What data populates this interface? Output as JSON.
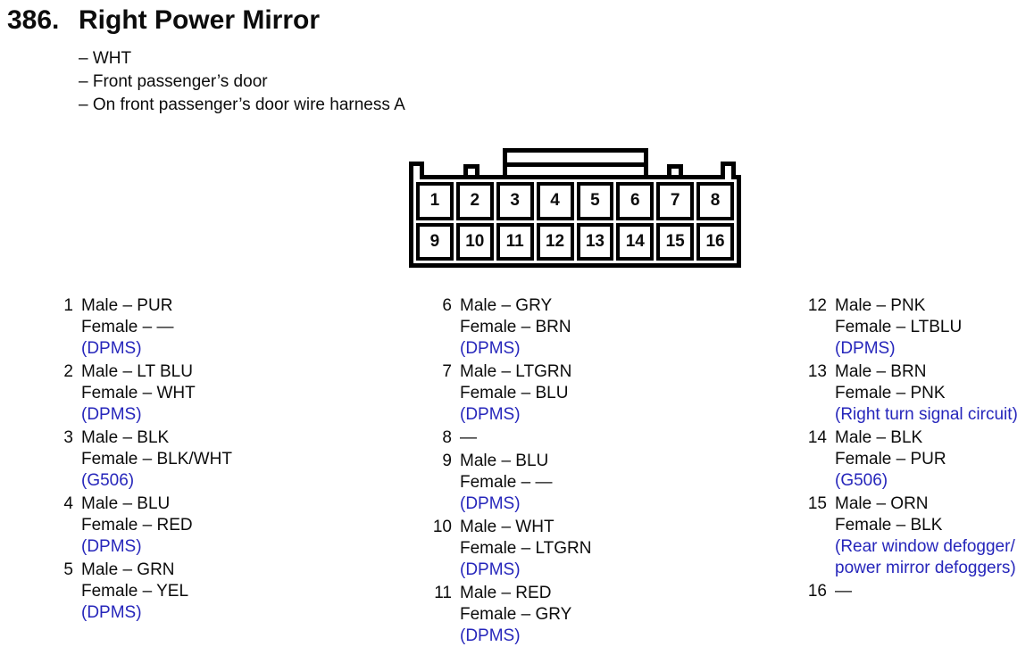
{
  "header": {
    "number": "386.",
    "title": "Right Power Mirror"
  },
  "bullets": [
    "– WHT",
    "– Front passenger’s door",
    "– On front passenger’s door wire harness A"
  ],
  "connector": {
    "top_row": [
      "1",
      "2",
      "3",
      "4",
      "5",
      "6",
      "7",
      "8"
    ],
    "bottom_row": [
      "9",
      "10",
      "11",
      "12",
      "13",
      "14",
      "15",
      "16"
    ]
  },
  "pins": {
    "columns": [
      {
        "entries": [
          {
            "num": "1",
            "lines": [
              {
                "text": "Male – PUR"
              },
              {
                "text": "Female – —"
              },
              {
                "text": "(DPMS)",
                "blue": true
              }
            ]
          },
          {
            "num": "2",
            "lines": [
              {
                "text": "Male – LT BLU"
              },
              {
                "text": "Female – WHT"
              },
              {
                "text": "(DPMS)",
                "blue": true
              }
            ]
          },
          {
            "num": "3",
            "lines": [
              {
                "text": "Male – BLK"
              },
              {
                "text": "Female – BLK/WHT"
              },
              {
                "text": "(G506)",
                "blue": true
              }
            ]
          },
          {
            "num": "4",
            "lines": [
              {
                "text": "Male – BLU"
              },
              {
                "text": "Female – RED"
              },
              {
                "text": "(DPMS)",
                "blue": true
              }
            ]
          },
          {
            "num": "5",
            "lines": [
              {
                "text": "Male – GRN"
              },
              {
                "text": "Female – YEL"
              },
              {
                "text": "(DPMS)",
                "blue": true
              }
            ]
          }
        ]
      },
      {
        "entries": [
          {
            "num": "6",
            "lines": [
              {
                "text": "Male – GRY"
              },
              {
                "text": "Female – BRN"
              },
              {
                "text": "(DPMS)",
                "blue": true
              }
            ]
          },
          {
            "num": "7",
            "lines": [
              {
                "text": "Male – LTGRN"
              },
              {
                "text": "Female – BLU"
              },
              {
                "text": "(DPMS)",
                "blue": true
              }
            ]
          },
          {
            "num": "8",
            "lines": [
              {
                "text": "—"
              }
            ]
          },
          {
            "num": "9",
            "lines": [
              {
                "text": "Male – BLU"
              },
              {
                "text": "Female – —"
              },
              {
                "text": "(DPMS)",
                "blue": true
              }
            ]
          },
          {
            "num": "10",
            "lines": [
              {
                "text": "Male – WHT"
              },
              {
                "text": "Female – LTGRN"
              },
              {
                "text": "(DPMS)",
                "blue": true
              }
            ]
          },
          {
            "num": "11",
            "lines": [
              {
                "text": "Male – RED"
              },
              {
                "text": "Female – GRY"
              },
              {
                "text": "(DPMS)",
                "blue": true
              }
            ]
          }
        ]
      },
      {
        "entries": [
          {
            "num": "12",
            "lines": [
              {
                "text": "Male – PNK"
              },
              {
                "text": "Female – LTBLU"
              },
              {
                "text": "(DPMS)",
                "blue": true
              }
            ]
          },
          {
            "num": "13",
            "lines": [
              {
                "text": "Male – BRN"
              },
              {
                "text": "Female – PNK"
              },
              {
                "text": "(Right turn signal circuit)",
                "blue": true
              }
            ]
          },
          {
            "num": "14",
            "lines": [
              {
                "text": "Male – BLK"
              },
              {
                "text": "Female – PUR"
              },
              {
                "text": "(G506)",
                "blue": true
              }
            ]
          },
          {
            "num": "15",
            "lines": [
              {
                "text": "Male – ORN"
              },
              {
                "text": "Female – BLK"
              },
              {
                "text": "(Rear window defogger/",
                "blue": true
              },
              {
                "text": "power mirror defoggers)",
                "blue": true
              }
            ]
          },
          {
            "num": "16",
            "lines": [
              {
                "text": "—"
              }
            ]
          }
        ]
      }
    ]
  },
  "colors": {
    "link_blue": "#2626bb",
    "text": "#0c0c0c",
    "line": "#000000"
  }
}
